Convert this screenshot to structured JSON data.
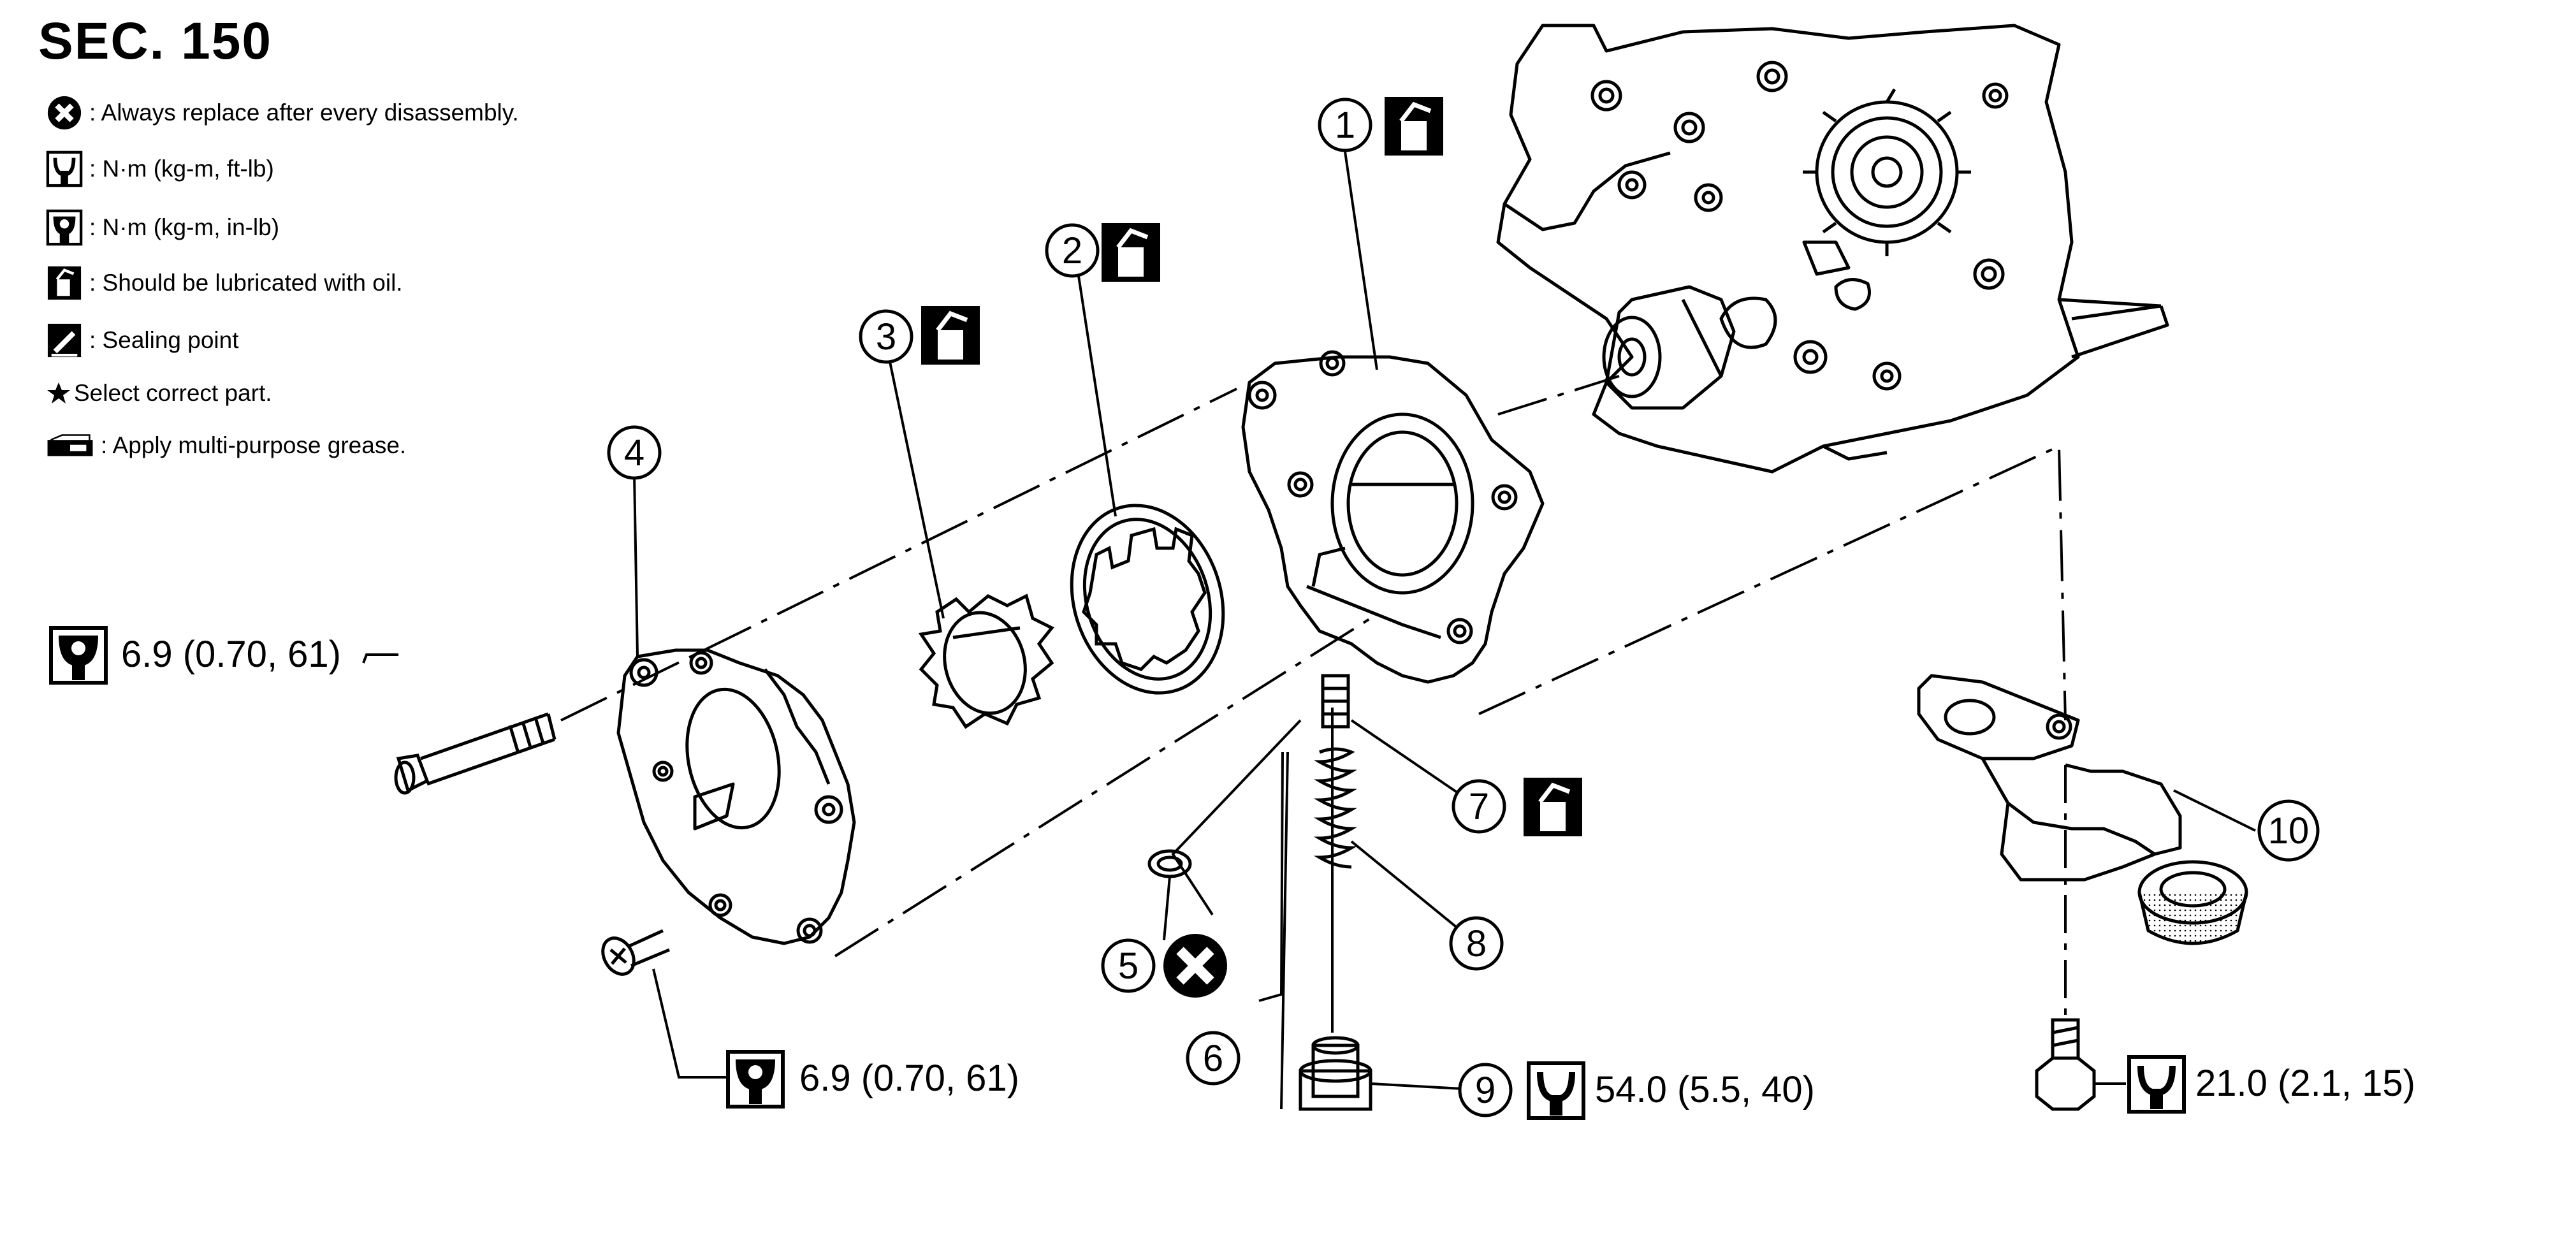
{
  "header": {
    "section": "SEC. 150"
  },
  "legend": [
    {
      "icon": "x-circle-icon",
      "text": ": Always replace after every disassembly."
    },
    {
      "icon": "torque-wrench-icon",
      "text": ": N·m (kg-m, ft-lb)"
    },
    {
      "icon": "torque-wrench-filled-icon",
      "text": ": N·m (kg-m, in-lb)"
    },
    {
      "icon": "oil-can-icon",
      "text": ": Should be lubricated with oil."
    },
    {
      "icon": "sealant-tube-icon",
      "text": ": Sealing point"
    },
    {
      "icon": "star-icon",
      "text": "Select correct part."
    },
    {
      "icon": "grease-applicator-icon",
      "text": ": Apply multi-purpose grease."
    }
  ],
  "parts": [
    "1",
    "2",
    "3",
    "4",
    "5",
    "6",
    "7",
    "8",
    "9",
    "10"
  ],
  "torque_specs": {
    "cover_bolt": "6.9 (0.70, 61)",
    "cover_screw": "6.9 (0.70, 61)",
    "relief_plug": "54.0 (5.5, 40)",
    "strainer_bolt": "21.0 (2.1, 15)"
  }
}
